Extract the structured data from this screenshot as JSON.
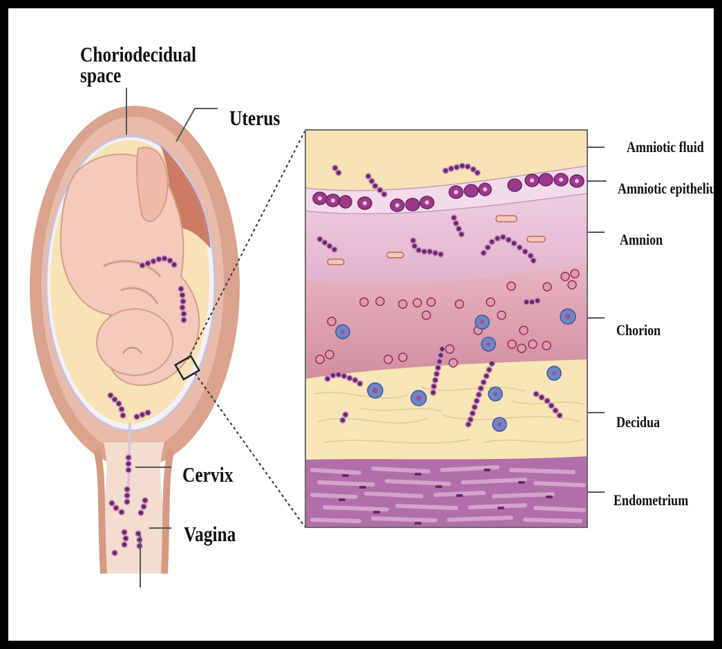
{
  "labels": {
    "choriodecidual_space": [
      "Choriodecidual",
      "space"
    ],
    "uterus": "Uterus",
    "cervix": "Cervix",
    "vagina": "Vagina",
    "layers": {
      "amniotic_fluid": "Amniotic fluid",
      "amniotic_epithelium": "Amniotic epithelium",
      "amnion": "Amnion",
      "chorion": "Chorion",
      "decidua": "Decidua",
      "endometrium": "Endometrium"
    }
  },
  "colors": {
    "frame": "#000000",
    "uterus_wall": "#d9a38e",
    "amniotic_fluid": "#f6e3b4",
    "fetus": "#f3cabb",
    "epithelium_cell": "#9c3a8a",
    "amnion": "#e7bcd6",
    "chorion": "#d99aa6",
    "decidua": "#f7e6b6",
    "endometrium": "#b06fa8",
    "bacteria": "#6d2a6a",
    "immune_cell": "#6e86c4"
  }
}
